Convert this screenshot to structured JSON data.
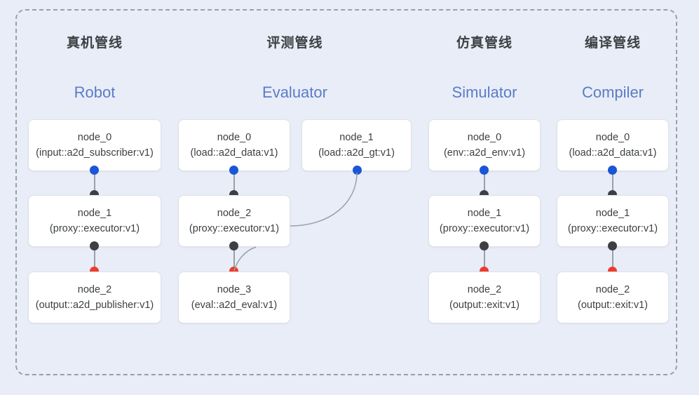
{
  "diagram": {
    "frame_style": "dashed-rounded",
    "background_color": "#e8edf8",
    "border_color": "#9aa0a6"
  },
  "palette": {
    "dot_blue": "#1a56d6",
    "dot_dark": "#3c4043",
    "dot_red": "#ef3b2c",
    "subtitle_blue": "#5b7cc4",
    "title_gray": "#3c4043",
    "node_bg": "#ffffff",
    "node_border": "#dfe1e5",
    "edge_gray": "#9aa0a6"
  },
  "columns": [
    {
      "title": "真机管线",
      "subtitle": "Robot",
      "nodes": [
        {
          "id": "node_0",
          "type": "(input::a2d_subscriber:v1)"
        },
        {
          "id": "node_1",
          "type": "(proxy::executor:v1)"
        },
        {
          "id": "node_2",
          "type": "(output::a2d_publisher:v1)"
        }
      ]
    },
    {
      "title": "评测管线",
      "subtitle": "Evaluator",
      "nodes": [
        {
          "id": "node_0",
          "type": "(load::a2d_data:v1)"
        },
        {
          "id": "node_1",
          "type": "(load::a2d_gt:v1)"
        },
        {
          "id": "node_2",
          "type": "(proxy::executor:v1)"
        },
        {
          "id": "node_3",
          "type": "(eval::a2d_eval:v1)"
        }
      ]
    },
    {
      "title": "仿真管线",
      "subtitle": "Simulator",
      "nodes": [
        {
          "id": "node_0",
          "type": "(env::a2d_env:v1)"
        },
        {
          "id": "node_1",
          "type": "(proxy::executor:v1)"
        },
        {
          "id": "node_2",
          "type": "(output::exit:v1)"
        }
      ]
    },
    {
      "title": "编译管线",
      "subtitle": "Compiler",
      "nodes": [
        {
          "id": "node_0",
          "type": "(load::a2d_data:v1)"
        },
        {
          "id": "node_1",
          "type": "(proxy::executor:v1)"
        },
        {
          "id": "node_2",
          "type": "(output::exit:v1)"
        }
      ]
    }
  ]
}
